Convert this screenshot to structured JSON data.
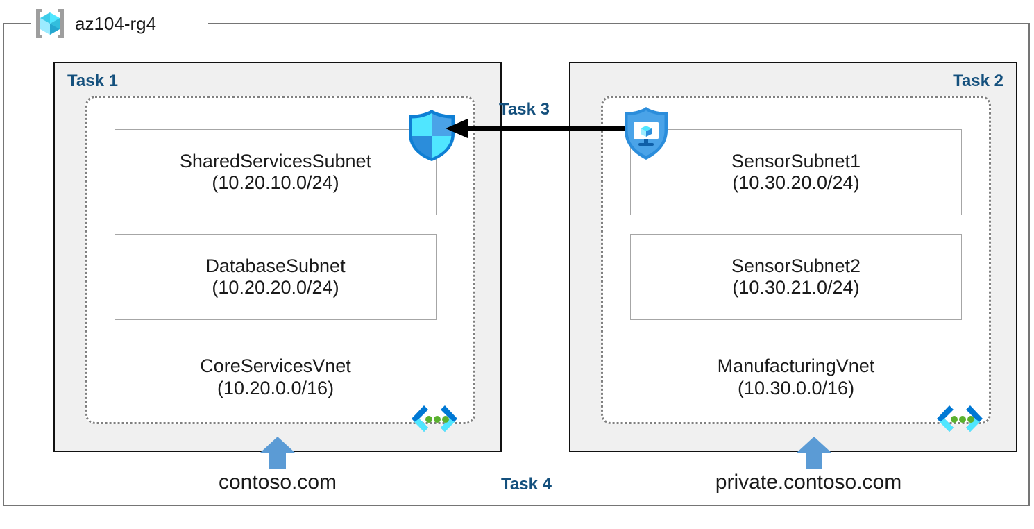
{
  "resource_group": {
    "name": "az104-rg4",
    "icon": "azure-resource-group-icon"
  },
  "tasks": {
    "task1_label": "Task 1",
    "task2_label": "Task 2",
    "task3_label": "Task 3",
    "task4_label": "Task 4"
  },
  "vnets": [
    {
      "task": "Task 1",
      "name": "CoreServicesVnet",
      "cidr": "(10.20.0.0/16)",
      "icon": "virtual-network-icon",
      "dns_label": "contoso.com",
      "subnets": [
        {
          "name": "SharedServicesSubnet",
          "cidr": "(10.20.10.0/24)"
        },
        {
          "name": "DatabaseSubnet",
          "cidr": "(10.20.20.0/24)"
        }
      ]
    },
    {
      "task": "Task 2",
      "name": "ManufacturingVnet",
      "cidr": "(10.30.0.0/16)",
      "icon": "virtual-network-icon",
      "dns_label": "private.contoso.com",
      "subnets": [
        {
          "name": "SensorSubnet1",
          "cidr": "(10.30.20.0/24)"
        },
        {
          "name": "SensorSubnet2",
          "cidr": "(10.30.21.0/24)"
        }
      ]
    }
  ],
  "icons": {
    "nsg_shield": "network-security-group-shield-icon",
    "protected_vm": "protected-virtual-machine-shield-icon",
    "connection_arrow": "leftward-connection-arrow-icon",
    "dns_arrow_left": "dns-up-arrow-icon",
    "dns_arrow_right": "dns-up-arrow-icon"
  },
  "colors": {
    "task_label": "#14507d",
    "panel_fill": "#f0f0f0",
    "panel_border": "#111111",
    "vnet_border": "#808080",
    "subnet_border": "#a6a6a6",
    "rg_border": "#757575",
    "dns_arrow": "#5b9bd5",
    "azure_cyan": "#50e6ff",
    "azure_blue": "#0078d4"
  }
}
